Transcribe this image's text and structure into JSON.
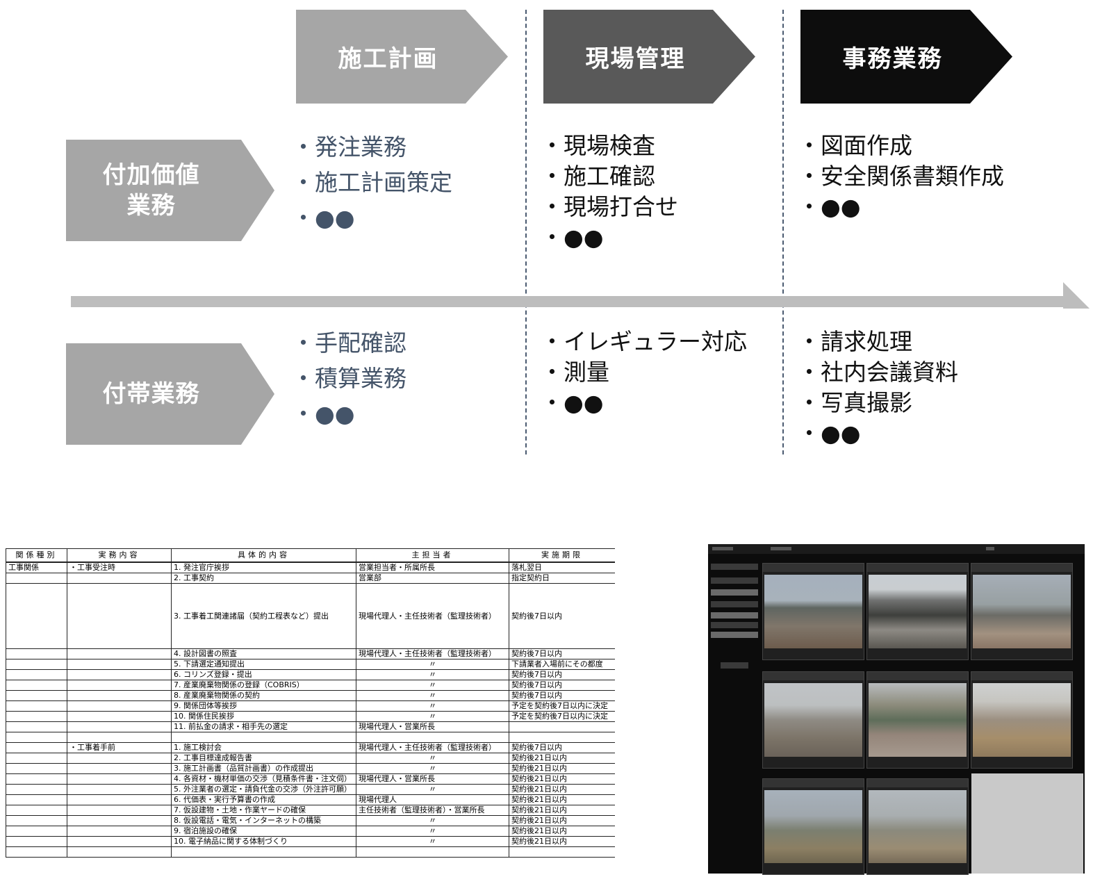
{
  "phases": [
    "施工計画",
    "現場管理",
    "事務業務"
  ],
  "colors": {
    "phase1": "#a6a6a6",
    "phase2": "#595959",
    "phase3": "#0d0d0d",
    "row": "#a6a6a6",
    "blue_text": "#445469",
    "dash": "#4a5a70"
  },
  "rows": {
    "value_added": {
      "label": "付加価値\n業務",
      "planning": [
        "・発注業務",
        "・施工計画策定",
        "・●●"
      ],
      "site": [
        "・現場検査",
        "・施工確認",
        "・現場打合せ",
        "・●●"
      ],
      "office": [
        "・図面作成",
        "・安全関係書類作成",
        "・●●"
      ]
    },
    "incidental": {
      "label": "付帯業務",
      "planning": [
        "・手配確認",
        "・積算業務",
        "・●●"
      ],
      "site": [
        "・イレギュラー対応",
        "・測量",
        "・●●"
      ],
      "office": [
        "・請求処理",
        "・社内会議資料",
        "・写真撮影",
        "・●●"
      ]
    }
  },
  "table": {
    "headers": [
      "関係種別",
      "実務内容",
      "具体的内容",
      "主担当者",
      "実施期限"
    ],
    "rows": [
      [
        "工事関係",
        "・工事受注時",
        "1. 発注官庁挨拶",
        "営業担当者・所属所長",
        "落札翌日"
      ],
      [
        "",
        "",
        "2. 工事契約",
        "営業部",
        "指定契約日"
      ],
      [
        "",
        "",
        "3. 工事着工関連諸届（契約工程表など）提出",
        "現場代理人・主任技術者（監理技術者）",
        "契約後7日以内"
      ],
      [
        "",
        "",
        "4. 設計図書の照査",
        "現場代理人・主任技術者（監理技術者）",
        "契約後7日以内"
      ],
      [
        "",
        "",
        "5. 下請選定通知提出",
        "〃",
        "下請業者入場前にその都度"
      ],
      [
        "",
        "",
        "6. コリンズ登録・提出",
        "〃",
        "契約後7日以内"
      ],
      [
        "",
        "",
        "7. 産業廃棄物関係の登録（COBRIS）",
        "〃",
        "契約後7日以内"
      ],
      [
        "",
        "",
        "8. 産業廃棄物関係の契約",
        "〃",
        "契約後7日以内"
      ],
      [
        "",
        "",
        "9. 関係団体等挨拶",
        "〃",
        "予定を契約後7日以内に決定"
      ],
      [
        "",
        "",
        "10. 関係住民挨拶",
        "〃",
        "予定を契約後7日以内に決定"
      ],
      [
        "",
        "",
        "11. 前払金の請求・相手先の選定",
        "現場代理人・営業所長",
        ""
      ],
      [
        "",
        "",
        "",
        "",
        ""
      ],
      [
        "",
        "・工事着手前",
        "1. 施工検討会",
        "現場代理人・主任技術者（監理技術者）",
        "契約後7日以内"
      ],
      [
        "",
        "",
        "2. 工事目標達成報告書",
        "〃",
        "契約後21日以内"
      ],
      [
        "",
        "",
        "3. 施工計画書（品質計画書）の作成提出",
        "〃",
        "契約後21日以内"
      ],
      [
        "",
        "",
        "4. 各資材・機材単価の交渉（見積条件書・注文伺）",
        "現場代理人・営業所長",
        "契約後21日以内"
      ],
      [
        "",
        "",
        "5. 外注業者の選定・請負代金の交渉（外注許可願）",
        "〃",
        "契約後21日以内"
      ],
      [
        "",
        "",
        "6. 代価表・実行予算書の作成",
        "現場代理人",
        "契約後21日以内"
      ],
      [
        "",
        "",
        "7. 仮設建物・土地・作業ヤードの確保",
        "主任技術者（監理技術者）・営業所長",
        "契約後21日以内"
      ],
      [
        "",
        "",
        "8. 仮設電話・電気・インターネットの構築",
        "〃",
        "契約後21日以内"
      ],
      [
        "",
        "",
        "9. 宿泊施設の確保",
        "〃",
        "契約後21日以内"
      ],
      [
        "",
        "",
        "10. 電子納品に関する体制づくり",
        "〃",
        "契約後21日以内"
      ],
      [
        "",
        "",
        "",
        "",
        ""
      ]
    ]
  }
}
